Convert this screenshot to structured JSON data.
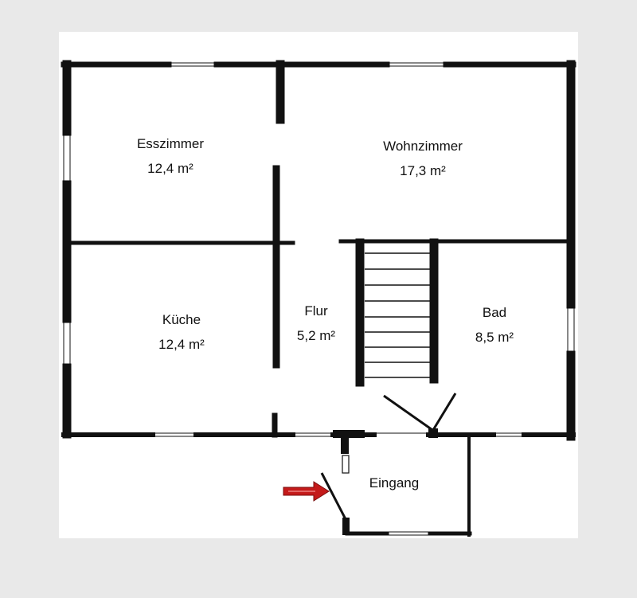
{
  "floor_plan": {
    "rooms": [
      {
        "id": "esszimmer",
        "name": "Esszimmer",
        "area": "12,4 m²"
      },
      {
        "id": "wohnzimmer",
        "name": "Wohnzimmer",
        "area": "17,3 m²"
      },
      {
        "id": "kueche",
        "name": "Küche",
        "area": "12,4 m²"
      },
      {
        "id": "flur",
        "name": "Flur",
        "area": "5,2 m²"
      },
      {
        "id": "bad",
        "name": "Bad",
        "area": "8,5 m²"
      },
      {
        "id": "eingang",
        "name": "Eingang",
        "area": ""
      }
    ],
    "colors": {
      "wall": "#111111",
      "paper": "#ffffff",
      "frame_background": "#e9e9e9",
      "entry_arrow": "#c41a1a"
    },
    "icons": [
      "entry-arrow-icon",
      "staircase",
      "door-swing"
    ]
  }
}
